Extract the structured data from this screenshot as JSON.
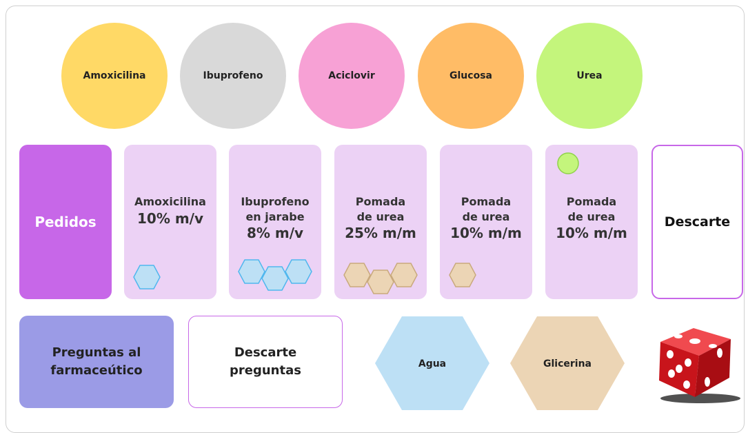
{
  "ingredients": [
    {
      "label": "Amoxicilina",
      "color": "#ffd966"
    },
    {
      "label": "Ibuprofeno",
      "color": "#d9d9d9"
    },
    {
      "label": "Aciclovir",
      "color": "#f7a1d5"
    },
    {
      "label": "Glucosa",
      "color": "#ffbc66"
    },
    {
      "label": "Urea",
      "color": "#c4f57c"
    }
  ],
  "pedidos": {
    "label": "Pedidos",
    "color": "#c767e8"
  },
  "orders": [
    {
      "name_lines": [
        "Amoxicilina"
      ],
      "conc": "10% m/v",
      "tokens": {
        "type": "agua",
        "count": 1
      }
    },
    {
      "name_lines": [
        "Ibuprofeno",
        "en jarabe"
      ],
      "conc": "8% m/v",
      "tokens": {
        "type": "agua",
        "count": 3
      }
    },
    {
      "name_lines": [
        "Pomada",
        "de urea"
      ],
      "conc": "25% m/m",
      "tokens": {
        "type": "glicerina",
        "count": 3
      }
    },
    {
      "name_lines": [
        "Pomada",
        "de urea"
      ],
      "conc": "10% m/m",
      "tokens": {
        "type": "glicerina",
        "count": 1
      }
    },
    {
      "name_lines": [
        "Pomada",
        "de urea"
      ],
      "conc": "10% m/m",
      "tokens": {
        "type": "urea",
        "count": 1
      }
    }
  ],
  "descarte": {
    "label": "Descarte"
  },
  "preguntas": {
    "label_lines": [
      "Preguntas al",
      "farmaceútico"
    ],
    "color": "#9b9be6"
  },
  "descarte_preguntas": {
    "label_lines": [
      "Descarte",
      "preguntas"
    ]
  },
  "liquids": [
    {
      "label": "Agua",
      "color": "#bde0f5"
    },
    {
      "label": "Glicerina",
      "color": "#ecd5b5"
    }
  ],
  "dice": {
    "icon": "dice-icon",
    "color": "#d8232a"
  }
}
